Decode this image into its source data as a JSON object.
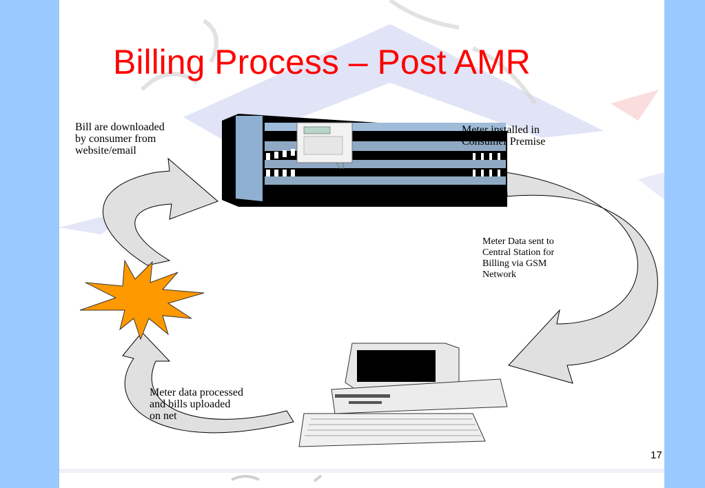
{
  "slide": {
    "title": "Billing Process – Post AMR",
    "page_number": "17"
  },
  "diagram": {
    "labels": {
      "consumer_download": "Bill are downloaded\nby consumer from\nwebsite/email",
      "meter_installed": "Meter installed in\nConsumer Premise",
      "data_sent": "Meter Data sent to\nCentral Station for\nBilling via GSM\nNetwork",
      "data_processed": "Meter data processed\nand bills uploaded\non net"
    },
    "icons": [
      "building-icon",
      "electric-meter-icon",
      "computer-icon",
      "starburst-icon",
      "cycle-arrow-icon"
    ]
  },
  "colors": {
    "background": "#99c9ff",
    "slide": "#ffffff",
    "title": "#ff0000",
    "starburst": "#ff9900",
    "arrow_fill": "#d9d9d9",
    "building_blue": "#7f9fc0",
    "building_dark": "#000000"
  }
}
